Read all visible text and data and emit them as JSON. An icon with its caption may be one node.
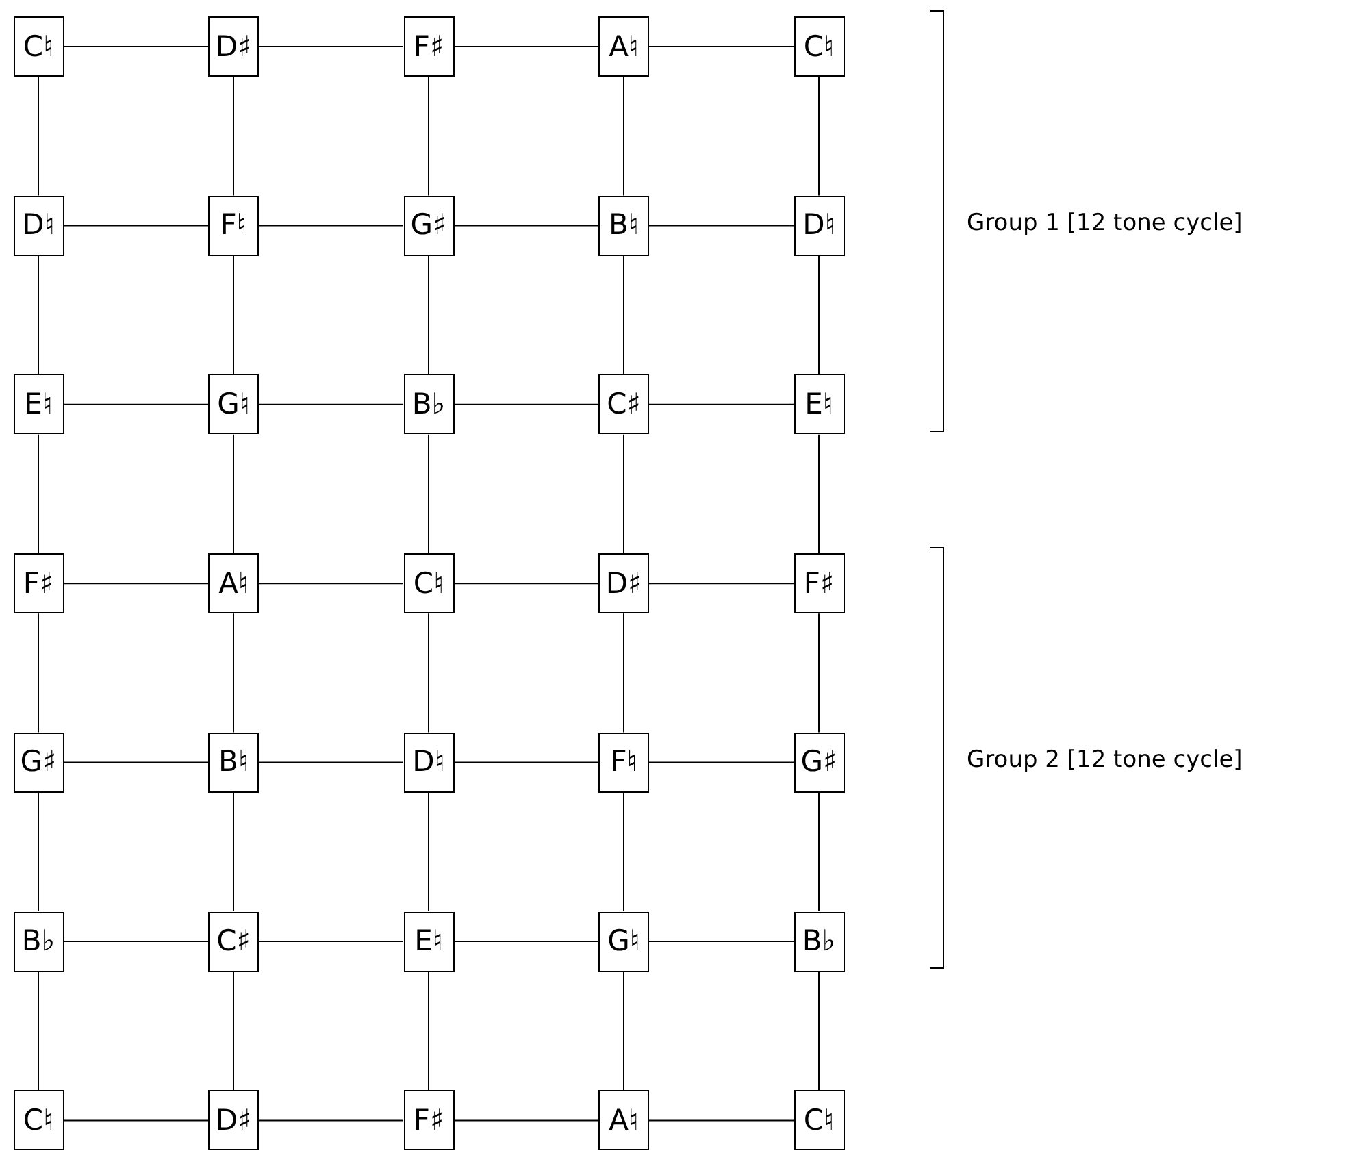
{
  "diagram": {
    "nodes": [
      {
        "text": [
          "C♮"
        ]
      },
      {
        "text": [
          "D♯"
        ]
      },
      {
        "text": [
          "F♯"
        ]
      },
      {
        "text": [
          "A♮"
        ]
      },
      {
        "text": [
          "C♮"
        ]
      },
      {
        "text": [
          "D♮"
        ]
      },
      {
        "text": [
          "F♮"
        ]
      },
      {
        "text": [
          "G♯"
        ]
      },
      {
        "text": [
          "B♮"
        ]
      },
      {
        "text": [
          "D♮"
        ]
      },
      {
        "text": [
          "E♮"
        ]
      },
      {
        "text": [
          "G♮"
        ]
      },
      {
        "text": [
          "B♭"
        ]
      },
      {
        "text": [
          "C♯"
        ]
      },
      {
        "text": [
          "E♮"
        ]
      },
      {
        "text": [
          "F♯"
        ]
      },
      {
        "text": [
          "A♮"
        ]
      },
      {
        "text": [
          "C♮"
        ]
      },
      {
        "text": [
          "D♯"
        ]
      },
      {
        "text": [
          "F♯"
        ]
      },
      {
        "text": [
          "G♯"
        ]
      },
      {
        "text": [
          "B♮"
        ]
      },
      {
        "text": [
          "D♮"
        ]
      },
      {
        "text": [
          "F♮"
        ]
      },
      {
        "text": [
          "G♯"
        ]
      },
      {
        "text": [
          "B♭"
        ]
      },
      {
        "text": [
          "C♯"
        ]
      },
      {
        "text": [
          "E♮"
        ]
      },
      {
        "text": [
          "G♮"
        ]
      },
      {
        "text": [
          "B♭"
        ]
      },
      {
        "text": [
          "C♮"
        ]
      },
      {
        "text": [
          "D♯"
        ]
      },
      {
        "text": [
          "F♯"
        ]
      },
      {
        "text": [
          "A♮"
        ]
      },
      {
        "text": [
          "C♮"
        ]
      }
    ],
    "edges": [
      {
        "from": 0,
        "to": 1,
        "arrow": "none"
      },
      {
        "from": 1,
        "to": 2,
        "arrow": "none"
      },
      {
        "from": 2,
        "to": 3,
        "arrow": "none"
      },
      {
        "from": 3,
        "to": 4,
        "arrow": "none"
      },
      {
        "from": 5,
        "to": 6,
        "arrow": "none"
      },
      {
        "from": 6,
        "to": 7,
        "arrow": "none"
      },
      {
        "from": 7,
        "to": 8,
        "arrow": "none"
      },
      {
        "from": 8,
        "to": 9,
        "arrow": "none"
      },
      {
        "from": 10,
        "to": 11,
        "arrow": "none"
      },
      {
        "from": 11,
        "to": 12,
        "arrow": "none"
      },
      {
        "from": 12,
        "to": 13,
        "arrow": "none"
      },
      {
        "from": 13,
        "to": 14,
        "arrow": "none"
      },
      {
        "from": 15,
        "to": 16,
        "arrow": "none"
      },
      {
        "from": 16,
        "to": 17,
        "arrow": "none"
      },
      {
        "from": 17,
        "to": 18,
        "arrow": "none"
      },
      {
        "from": 18,
        "to": 19,
        "arrow": "none"
      },
      {
        "from": 20,
        "to": 21,
        "arrow": "none"
      },
      {
        "from": 21,
        "to": 22,
        "arrow": "none"
      },
      {
        "from": 22,
        "to": 23,
        "arrow": "none"
      },
      {
        "from": 23,
        "to": 24,
        "arrow": "none"
      },
      {
        "from": 25,
        "to": 26,
        "arrow": "none"
      },
      {
        "from": 26,
        "to": 27,
        "arrow": "none"
      },
      {
        "from": 27,
        "to": 28,
        "arrow": "none"
      },
      {
        "from": 28,
        "to": 29,
        "arrow": "none"
      },
      {
        "from": 30,
        "to": 31,
        "arrow": "none"
      },
      {
        "from": 31,
        "to": 32,
        "arrow": "none"
      },
      {
        "from": 32,
        "to": 33,
        "arrow": "none"
      },
      {
        "from": 33,
        "to": 34,
        "arrow": "none"
      },
      {
        "from": 0,
        "to": 5,
        "arrow": "none"
      },
      {
        "from": 5,
        "to": 10,
        "arrow": "none"
      },
      {
        "from": 10,
        "to": 15,
        "arrow": "none"
      },
      {
        "from": 15,
        "to": 20,
        "arrow": "none"
      },
      {
        "from": 20,
        "to": 25,
        "arrow": "none"
      },
      {
        "from": 25,
        "to": 30,
        "arrow": "none"
      },
      {
        "from": 1,
        "to": 6,
        "arrow": "none"
      },
      {
        "from": 6,
        "to": 11,
        "arrow": "none"
      },
      {
        "from": 11,
        "to": 16,
        "arrow": "none"
      },
      {
        "from": 16,
        "to": 21,
        "arrow": "none"
      },
      {
        "from": 21,
        "to": 26,
        "arrow": "none"
      },
      {
        "from": 26,
        "to": 31,
        "arrow": "none"
      },
      {
        "from": 2,
        "to": 7,
        "arrow": "none"
      },
      {
        "from": 7,
        "to": 12,
        "arrow": "none"
      },
      {
        "from": 12,
        "to": 17,
        "arrow": "none"
      },
      {
        "from": 17,
        "to": 22,
        "arrow": "none"
      },
      {
        "from": 22,
        "to": 27,
        "arrow": "none"
      },
      {
        "from": 27,
        "to": 32,
        "arrow": "none"
      },
      {
        "from": 3,
        "to": 8,
        "arrow": "none"
      },
      {
        "from": 8,
        "to": 13,
        "arrow": "none"
      },
      {
        "from": 13,
        "to": 18,
        "arrow": "none"
      },
      {
        "from": 18,
        "to": 23,
        "arrow": "none"
      },
      {
        "from": 23,
        "to": 28,
        "arrow": "none"
      },
      {
        "from": 28,
        "to": 33,
        "arrow": "none"
      },
      {
        "from": 4,
        "to": 9,
        "arrow": "none"
      },
      {
        "from": 9,
        "to": 14,
        "arrow": "none"
      },
      {
        "from": 14,
        "to": 19,
        "arrow": "none"
      },
      {
        "from": 19,
        "to": 24,
        "arrow": "none"
      },
      {
        "from": 24,
        "to": 29,
        "arrow": "none"
      },
      {
        "from": 29,
        "to": 34,
        "arrow": "none"
      }
    ],
    "labels": [
      "Group 1 [12 tone cycle]",
      "Group 2 [12 tone cycle]"
    ]
  }
}
